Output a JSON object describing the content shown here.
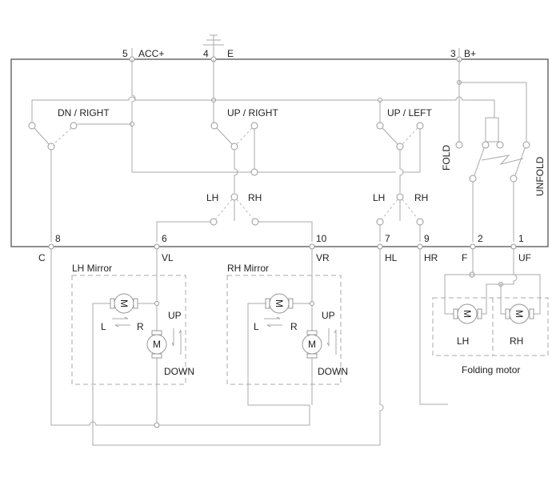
{
  "connector_pins": {
    "top": [
      {
        "pin": "5",
        "signal": "ACC+"
      },
      {
        "pin": "4",
        "signal": "E"
      },
      {
        "pin": "3",
        "signal": "B+"
      }
    ],
    "bottom": [
      {
        "pin": "8",
        "signal": "C"
      },
      {
        "pin": "6",
        "signal": "VL"
      },
      {
        "pin": "10",
        "signal": "VR"
      },
      {
        "pin": "7",
        "signal": "HL"
      },
      {
        "pin": "9",
        "signal": "HR"
      },
      {
        "pin": "2",
        "signal": "F"
      },
      {
        "pin": "1",
        "signal": "UF"
      }
    ]
  },
  "switches": {
    "dn_right": "DN / RIGHT",
    "up_right": "UP / RIGHT",
    "up_left": "UP / LEFT",
    "selector_lh": "LH",
    "selector_rh": "RH",
    "fold": "FOLD",
    "unfold": "UNFOLD"
  },
  "lh_mirror": {
    "title": "LH Mirror",
    "motor": "M",
    "left": "L",
    "right": "R",
    "up": "UP",
    "down": "DOWN"
  },
  "rh_mirror": {
    "title": "RH Mirror",
    "motor": "M",
    "left": "L",
    "right": "R",
    "up": "UP",
    "down": "DOWN"
  },
  "folding_motor": {
    "title": "Folding motor",
    "lh": "LH",
    "rh": "RH",
    "motor": "M"
  }
}
